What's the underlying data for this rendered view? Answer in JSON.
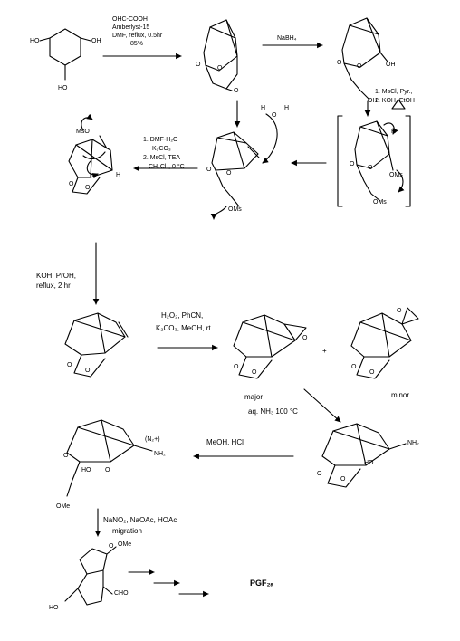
{
  "step1": {
    "reagent1": "OHC-COOH",
    "reagent2": "Amberlyst-15",
    "conditions": "DMF, reflux, 0.5hr",
    "yield": "85%"
  },
  "step2": {
    "reagent": "NaBH₄"
  },
  "step3": {
    "line1": "1. MsCl, Pyr.,",
    "line2": "2. KOH, EtOH"
  },
  "step4": {
    "line1": "1. DMF-H₂O",
    "line2": "K₂CO₃",
    "line3": "2. MsCl, TEA",
    "line4": "CH₂Cl₂, 0 °C"
  },
  "step5": {
    "line1": "KOH, PrOH,",
    "line2": "reflux, 2 hr"
  },
  "step6": {
    "line1": "H₂O₂, PhCN,",
    "line2": "K₂CO₃, MeOH, rt"
  },
  "step7": {
    "reagent": "aq. NH₃ 100 °C"
  },
  "step8": {
    "reagent": "MeOH, HCl"
  },
  "step9": {
    "line1": "NaNO₂, NaOAc, HOAc",
    "line2": "migration"
  },
  "labels": {
    "major": "major",
    "minor": "minor",
    "plus": "+",
    "product": "PGF₂ₐ"
  },
  "atoms": {
    "oh": "OH",
    "ho": "HO",
    "o": "O",
    "h": "H",
    "oms": "OMs",
    "mso": "MsO",
    "nh2": "NH₂",
    "n2": "(N₂+)",
    "ome": "OMe",
    "cho": "CHO"
  }
}
